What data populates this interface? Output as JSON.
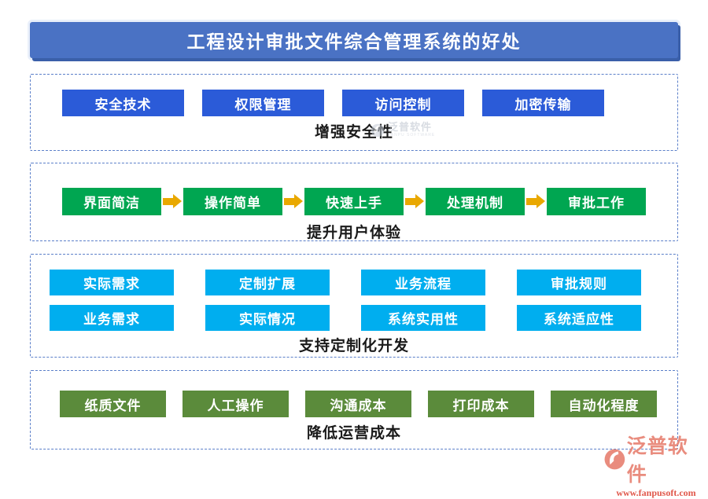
{
  "title": "工程设计审批文件综合管理系统的好处",
  "sections": [
    {
      "label": "增强安全性",
      "items": [
        "安全技术",
        "权限管理",
        "访问控制",
        "加密传输"
      ]
    },
    {
      "label": "提升用户体验",
      "items": [
        "界面简洁",
        "操作简单",
        "快速上手",
        "处理机制",
        "审批工作"
      ]
    },
    {
      "label": "支持定制化开发",
      "rows": [
        [
          "实际需求",
          "定制扩展",
          "业务流程",
          "审批规则"
        ],
        [
          "业务需求",
          "实际情况",
          "系统实用性",
          "系统适应性"
        ]
      ]
    },
    {
      "label": "降低运营成本",
      "items": [
        "纸质文件",
        "人工操作",
        "沟通成本",
        "打印成本",
        "自动化程度"
      ]
    }
  ],
  "watermark": {
    "brand": "泛普软件",
    "subtitle": "FANPU SOFTWARE"
  },
  "logo": {
    "brand": "泛普软件",
    "url": "www.fanpusoft.com"
  },
  "colors": {
    "title_bar": "#4A72C4",
    "security_button": "#2B5BD8",
    "flow_button": "#00A651",
    "flow_arrow": "#E9A800",
    "custom_button": "#00AEEF",
    "cost_button": "#5B8B3B",
    "dashed_border": "#5B7FC9",
    "brand_text": "#E98C7E",
    "brand_url": "#E0574A"
  }
}
